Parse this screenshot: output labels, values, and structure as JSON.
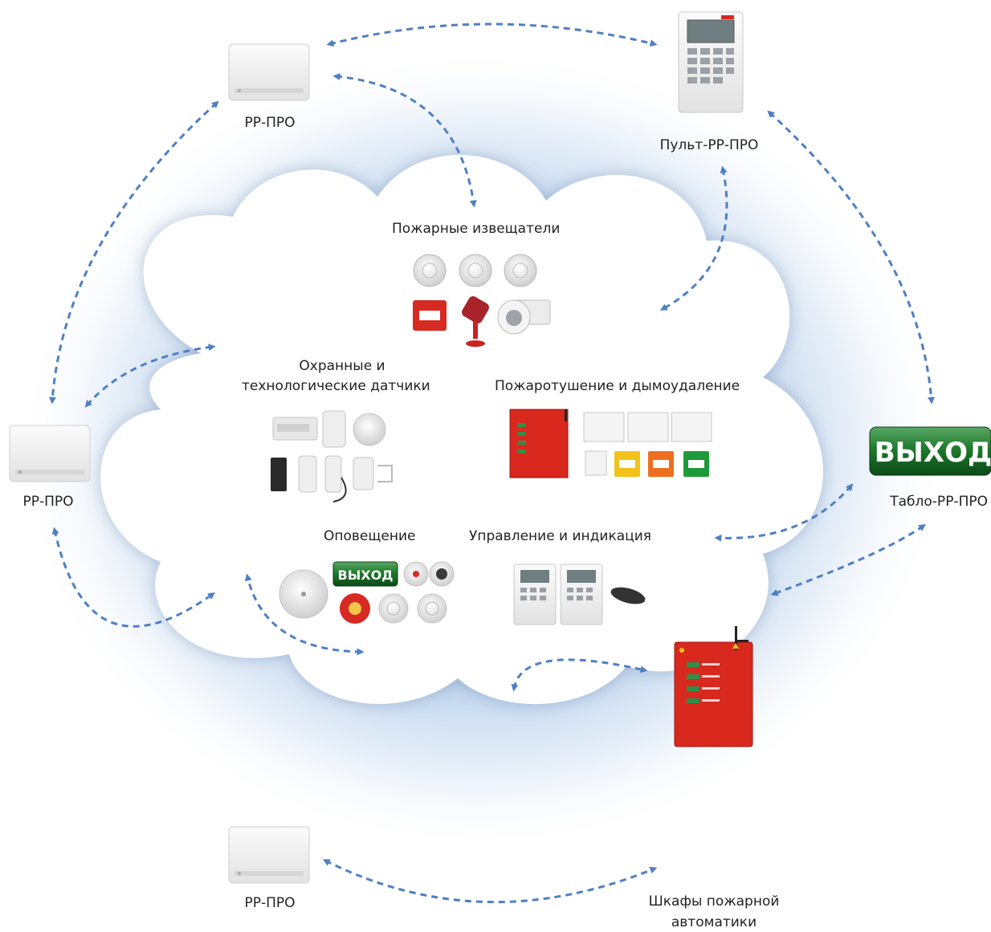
{
  "nodes": {
    "rr_top_left": "РР-ПРО",
    "console": "Пульт-РР-ПРО",
    "rr_left": "РР-ПРО",
    "exit_sign_node": "Табло-РР-ПРО",
    "exit_sign_text": "ВЫХОД",
    "rr_bottom": "РР-ПРО",
    "cabinet_line1": "Шкафы пожарной",
    "cabinet_line2": "автоматики"
  },
  "cloud": {
    "fire_detectors": "Пожарные извещатели",
    "security_line1": "Охранные и",
    "security_line2": "технологические датчики",
    "extinguishing": "Пожаротушение и дымоудаление",
    "notification": "Оповещение",
    "notification_sign_text": "ВЫХОД",
    "control": "Управление и индикация"
  },
  "colors": {
    "arrow": "#4f7fc4",
    "cloud_glow": "#a9c4e6",
    "cabinet_red": "#d9281e",
    "exit_green": "#1e7a2c",
    "call_point_red": "#d62a22",
    "call_point_yellow": "#f2c21b",
    "call_point_orange": "#ee6f1f",
    "call_point_green": "#1e9a3a"
  }
}
